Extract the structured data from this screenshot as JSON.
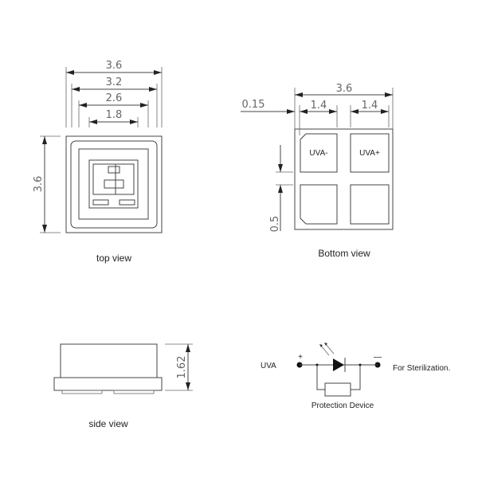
{
  "top_view": {
    "caption": "top view",
    "dims": {
      "w_outer": "3.6",
      "w_2": "3.2",
      "w_3": "2.6",
      "w_4": "1.8",
      "height": "3.6"
    }
  },
  "bottom_view": {
    "caption": "Bottom  view",
    "dims": {
      "width": "3.6",
      "offset": "0.15",
      "pad_left": "1.4",
      "pad_right": "1.4",
      "gap": "0.5"
    },
    "pads": {
      "neg": "UVA-",
      "pos": "UVA+"
    }
  },
  "side_view": {
    "caption": "side view",
    "dims": {
      "height": "1.62"
    }
  },
  "circuit": {
    "input_label": "UVA",
    "plus": "+",
    "minus": "—",
    "purpose": "For Sterilization.",
    "device_label": "Protection Device"
  }
}
